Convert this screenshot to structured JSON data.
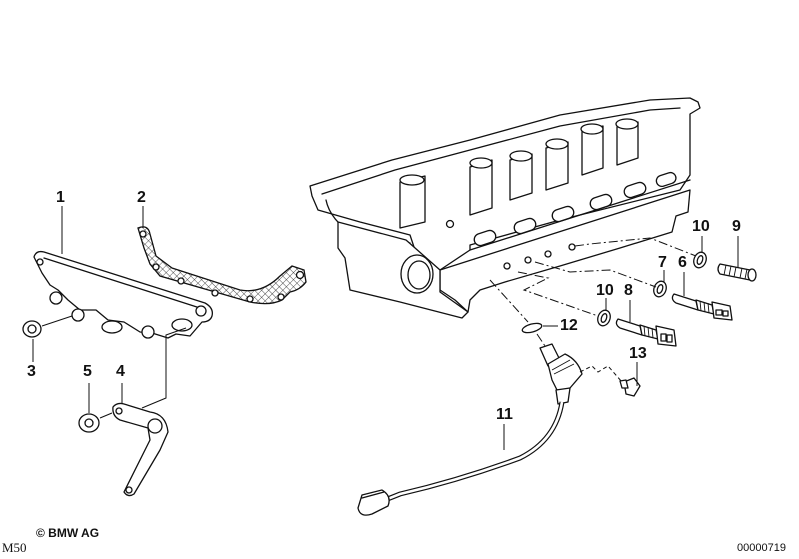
{
  "diagram": {
    "model_code": "M50",
    "copyright": "© BMW AG",
    "drawing_number": "00000719",
    "parts": [
      {
        "number": "1",
        "name": "cover-plate"
      },
      {
        "number": "2",
        "name": "gasket"
      },
      {
        "number": "3",
        "name": "nut"
      },
      {
        "number": "4",
        "name": "bracket"
      },
      {
        "number": "5",
        "name": "nut"
      },
      {
        "number": "6",
        "name": "temperature-sensor"
      },
      {
        "number": "7",
        "name": "sealing-ring"
      },
      {
        "number": "8",
        "name": "temperature-sensor"
      },
      {
        "number": "9",
        "name": "plug-screw"
      },
      {
        "number": "10",
        "name": "sealing-ring"
      },
      {
        "number": "10",
        "name": "sealing-ring"
      },
      {
        "number": "11",
        "name": "sensor-with-cable"
      },
      {
        "number": "12",
        "name": "o-ring"
      },
      {
        "number": "13",
        "name": "screw"
      }
    ]
  }
}
